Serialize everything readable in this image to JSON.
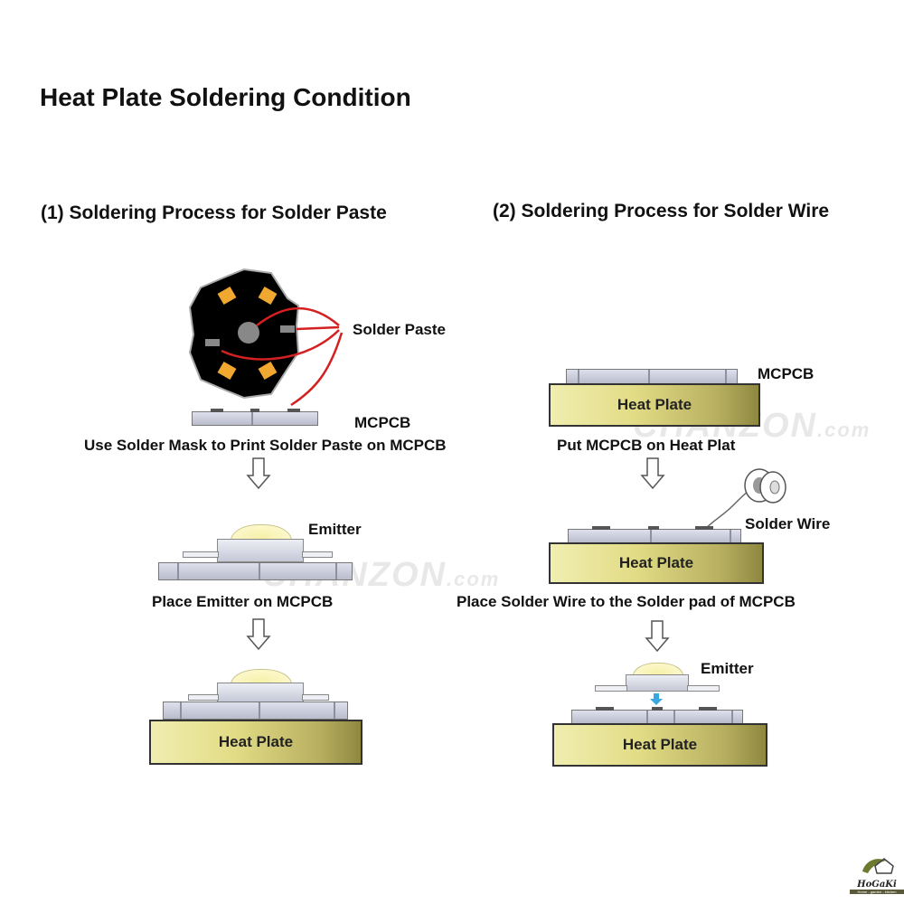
{
  "title": "Heat Plate Soldering Condition",
  "section1": {
    "heading": "(1) Soldering Process for Solder Paste",
    "solder_paste_label": "Solder Paste",
    "mcpcb_label": "MCPCB",
    "step1_caption": "Use Solder Mask to Print Solder Paste on MCPCB",
    "emitter_label": "Emitter",
    "step2_caption": "Place Emitter on MCPCB",
    "heat_plate_label": "Heat Plate"
  },
  "section2": {
    "heading": "(2) Soldering Process for Solder Wire",
    "mcpcb_label": "MCPCB",
    "heat_plate_label": "Heat Plate",
    "step1_caption": "Put MCPCB on Heat Plat",
    "solder_wire_label": "Solder Wire",
    "heat_plate_label_2": "Heat Plate",
    "step2_caption": "Place Solder Wire to the Solder pad of MCPCB",
    "emitter_label": "Emitter",
    "heat_plate_label_3": "Heat Plate"
  },
  "watermark": {
    "text": "CHANZON",
    "suffix": ".com"
  },
  "logo": {
    "name": "HoGaKi",
    "tagline": "Home - garden - kitchen"
  },
  "colors": {
    "arrow_red": "#d42020",
    "pad_orange": "#f0a830",
    "blue_arrow": "#3aa8e0"
  }
}
